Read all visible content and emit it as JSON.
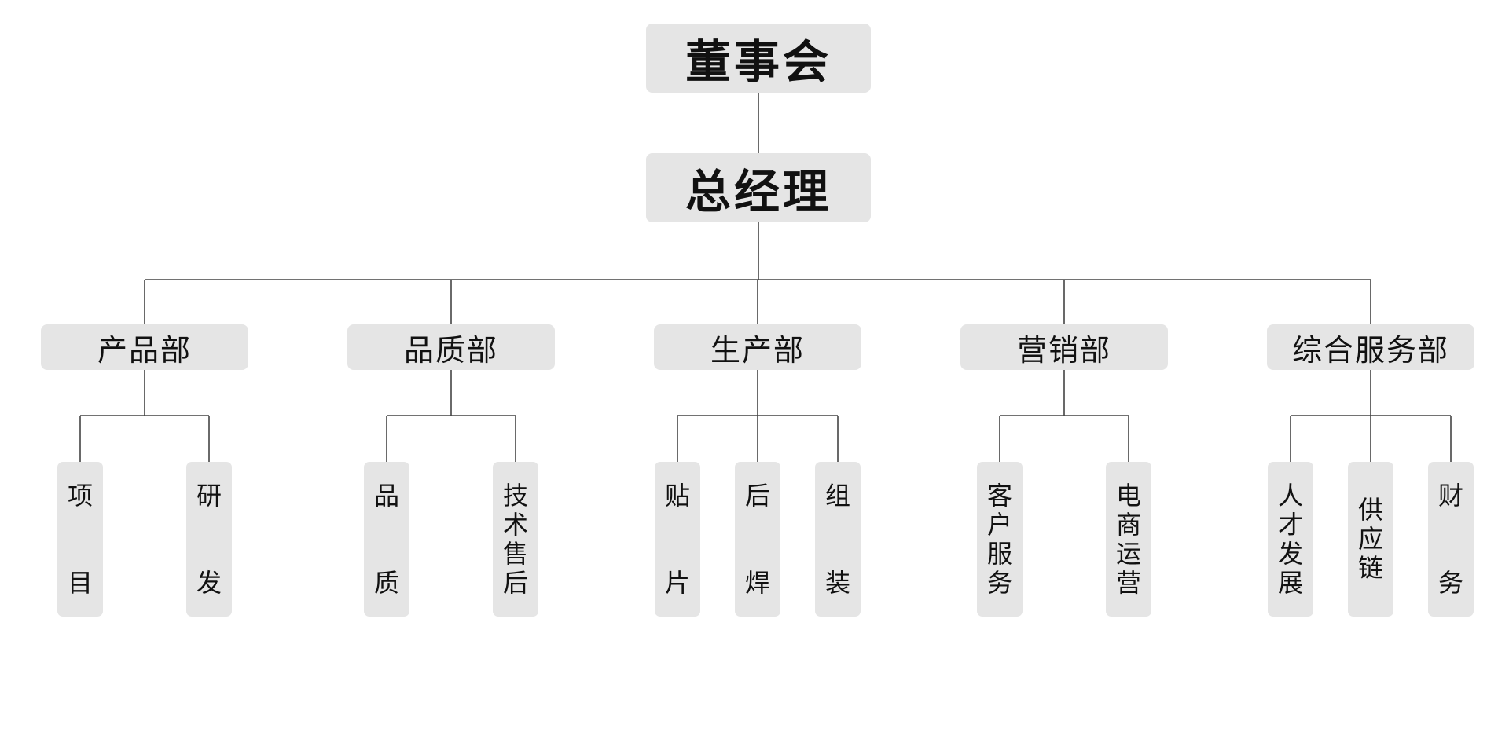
{
  "chart": {
    "board": "董事会",
    "gm": "总经理",
    "departments": [
      {
        "name": "产品部",
        "subs": [
          "项目",
          "研发"
        ]
      },
      {
        "name": "品质部",
        "subs": [
          "品质",
          "技术售后"
        ]
      },
      {
        "name": "生产部",
        "subs": [
          "贴片",
          "后焊",
          "组装"
        ]
      },
      {
        "name": "营销部",
        "subs": [
          "客户服务",
          "电商运营"
        ]
      },
      {
        "name": "综合服务部",
        "subs": [
          "人才发展",
          "供应链",
          "财务"
        ]
      }
    ]
  }
}
